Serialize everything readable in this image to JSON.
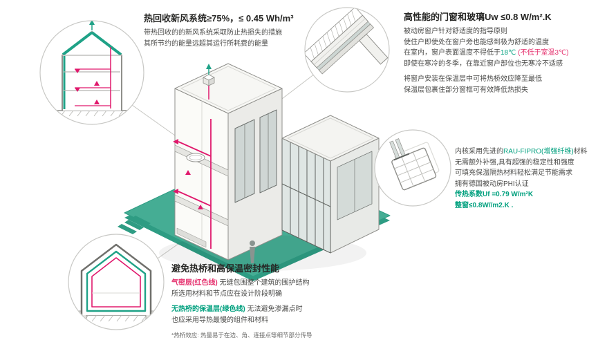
{
  "colors": {
    "teal_accent": "#00A07E",
    "magenta_accent": "#E5316E",
    "duct_red": "#E0186C",
    "drawing_teal": "#1FA287",
    "ground_teal": "#45AD94",
    "dark_text": "#262624"
  },
  "sections": {
    "heat_recovery": {
      "title": "热回收新风系统≥75%，≤ 0.45 Wh/m³",
      "body1": "带热回收的的新风系统采取防止热损失的措施",
      "body2": "其所节约的能量远超其运行所耗费的能量"
    },
    "windows": {
      "title": "高性能的门窗和玻璃Uw ≤0.8 W/m².K",
      "p1l1": "被动房窗户针对舒适度的指导原则",
      "p1l2": "使住户即使处在窗户旁也能感到极为舒适的温度",
      "p1l3a": "在室内，窗户表面温度不得低于",
      "p1l3b": "18℃",
      "p1l3c": " (不低于室温3℃)",
      "p1l4": "即使在寒冷的冬季，在靠近窗户部位也无寒冷不适感",
      "p2l1": "将窗户安装在保温层中可将热桥效应降至最低",
      "p2l2": "保温层包裹住部分窗框可有效降低热损失"
    },
    "profile": {
      "l1a": "内核采用先进的",
      "l1b": "RAU-FIPRO(增强纤维)",
      "l1c": "材料",
      "l2": "无需额外补强,具有超强的稳定性和强度",
      "l3": "可填充保温隔热材料轻松满足节能需求",
      "l4": "拥有德国被动房PHI认证",
      "l5": "传热系数Uf =0.79 W/m²K",
      "l6": "整窗≤0.8W//m2.K ."
    },
    "thermal": {
      "title": "避免热桥和高保温密封性能",
      "l1a": "气密层(红色线)",
      "l1b": " 无缝包围整个建筑的围护结构",
      "l2": "所选用材料和节点应在设计阶段明确",
      "l3a": "无热桥的保温层(绿色线)",
      "l3b": " 无法避免渗漏点时",
      "l4": "也应采用导热最慢的组件和材料",
      "footnote": "*热桥效应: 热量易于在边、角、连接点等细节部分传导"
    }
  }
}
